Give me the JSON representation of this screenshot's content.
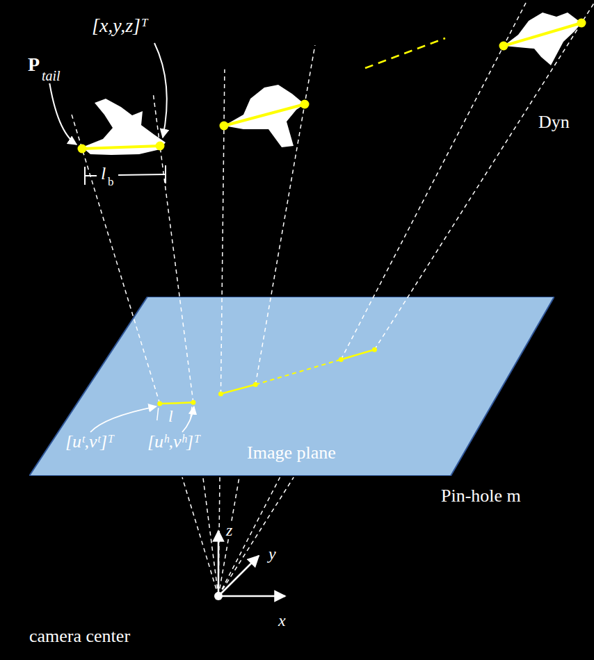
{
  "diagram": {
    "nodes": [
      {
        "text": [
          "Image plane"
        ]
      }
    ],
    "labels": [
      "[x,y,z]ᵀ",
      "P",
      "tail",
      "l",
      "b",
      "Dyn",
      "l",
      "[uᵗ,vᵗ]ᵀ",
      "[uʰ,vʰ]ᵀ",
      "Pin-hole m",
      "z",
      "y",
      "x",
      "camera center"
    ]
  }
}
